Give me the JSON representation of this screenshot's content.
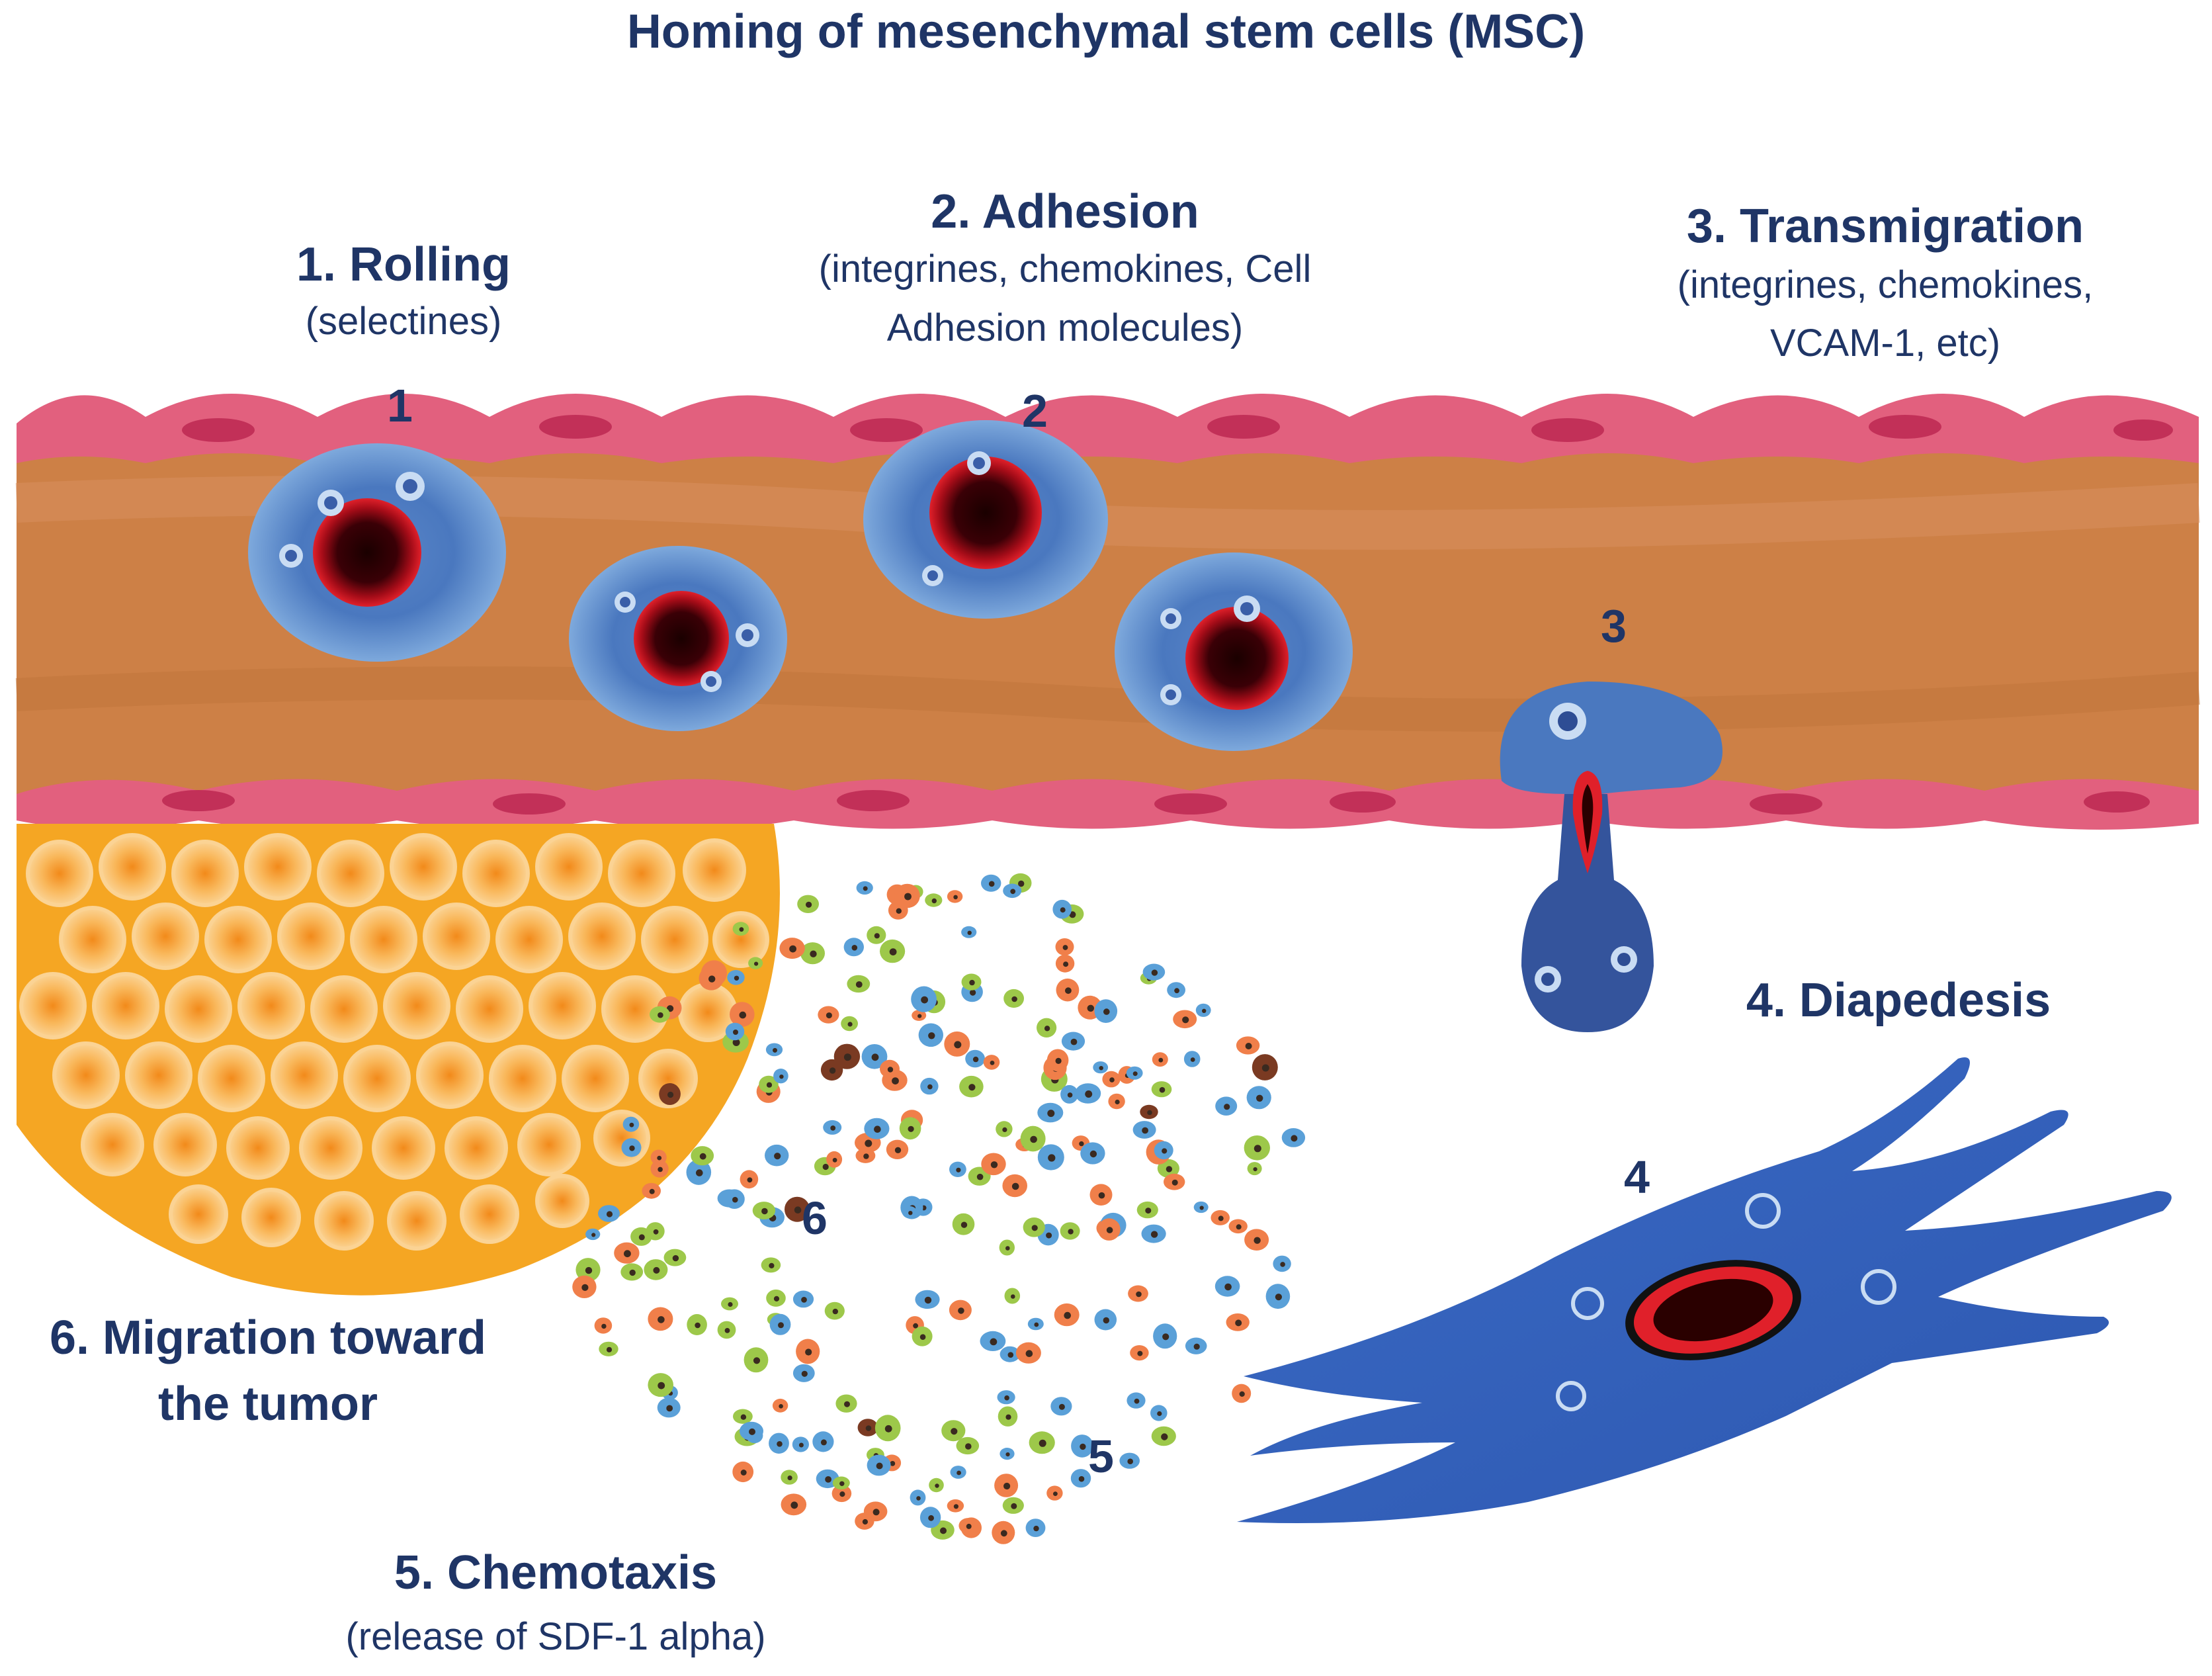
{
  "title": "Homing of mesenchymal stem cells (MSC)",
  "steps": {
    "rolling": {
      "title": "1. Rolling",
      "detail": "(selectines)",
      "marker": "1"
    },
    "adhesion": {
      "title": "2. Adhesion",
      "detail_line1": "(integrines, chemokines, Cell",
      "detail_line2": "Adhesion molecules)",
      "marker": "2"
    },
    "transmigration": {
      "title": "3. Transmigration",
      "detail_line1": "(integrines, chemokines,",
      "detail_line2": "VCAM-1, etc)",
      "marker": "3"
    },
    "diapedesis": {
      "title": "4. Diapedesis",
      "marker": "4"
    },
    "chemotaxis": {
      "title": "5. Chemotaxis",
      "detail": "(release of SDF-1 alpha)",
      "marker": "5"
    },
    "migration": {
      "title_line1": "6. Migration toward",
      "title_line2": "the tumor",
      "marker": "6"
    }
  },
  "colors": {
    "text": "#1f3566",
    "vessel_lumen": "#cd8046",
    "endothelium": "#e2607e",
    "msc_blue": "#4a78bf",
    "nucleus_red": "#b5101d",
    "tumor_orange": "#f5a623",
    "chemokine_blue": "#5aa0d8",
    "chemokine_green": "#9dc84a",
    "chemokine_orange": "#f07f4a",
    "chemokine_brown": "#7a3a22"
  },
  "icons": [
    "rolling-msc-cell",
    "adhesion-msc-cell",
    "transmigrating-cell",
    "diapedesis-spindle-cell",
    "tumor-mass",
    "chemokine-particles"
  ]
}
